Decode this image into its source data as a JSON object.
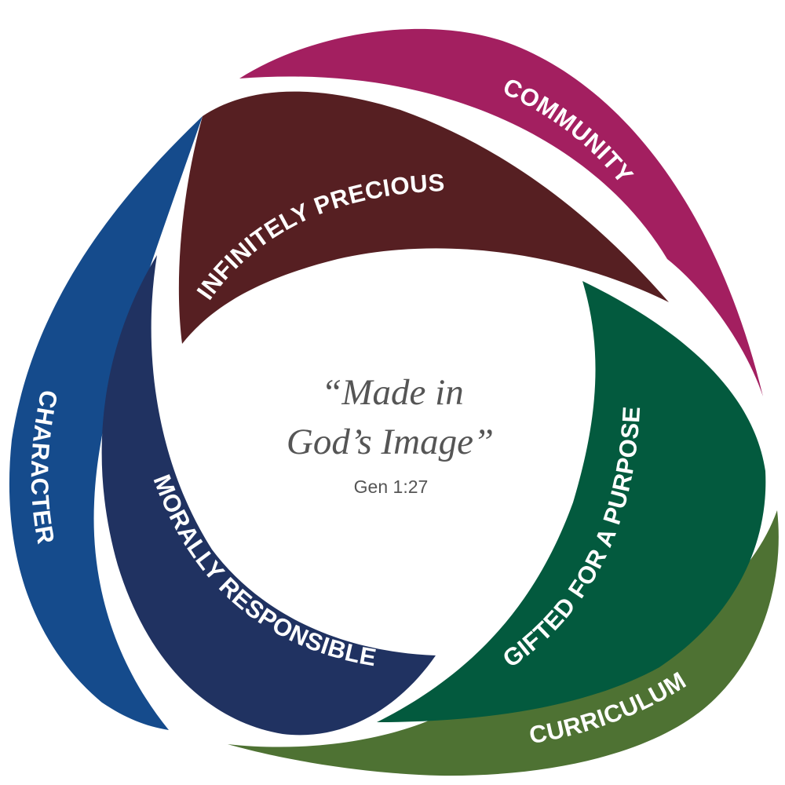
{
  "center": {
    "quote_line1": "“Made in",
    "quote_line2": "God’s Image”",
    "reference": "Gen 1:27"
  },
  "outer_ring": [
    {
      "label": "COMMUNITY",
      "color": "#a31f60"
    },
    {
      "label": "CURRICULUM",
      "color": "#4e7233"
    },
    {
      "label": "CHARACTER",
      "color": "#154b8c"
    }
  ],
  "inner_ring": [
    {
      "label": "INFINITELY PRECIOUS",
      "color": "#561f22"
    },
    {
      "label": "GIFTED FOR A PURPOSE",
      "color": "#035a3e"
    },
    {
      "label": "MORALLY RESPONSIBLE",
      "color": "#203261"
    }
  ]
}
